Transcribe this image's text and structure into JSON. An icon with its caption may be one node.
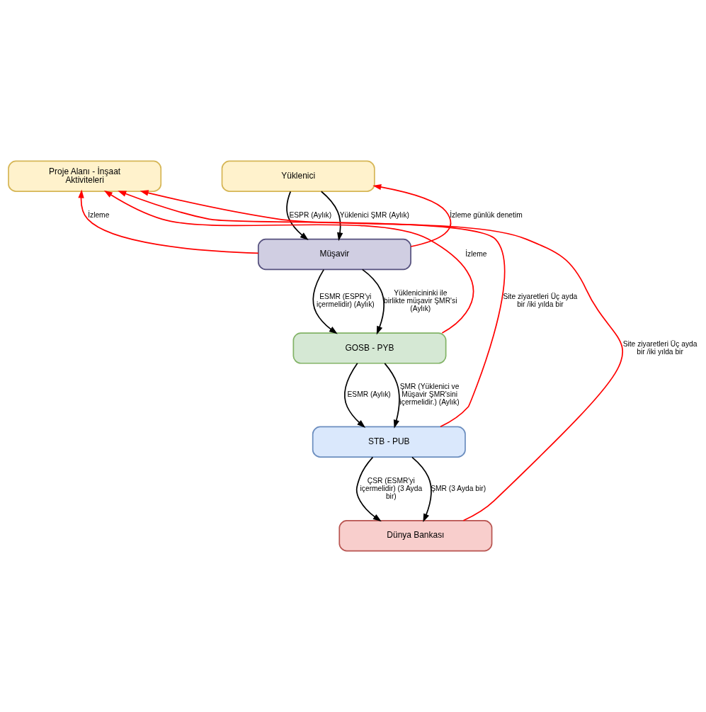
{
  "diagram": {
    "nodes": [
      {
        "text": [
          "Proje Alanı - İnşaat Aktiviteleri"
        ]
      },
      {
        "text": [
          "Yüklenici"
        ]
      },
      {
        "text": [
          "Müşavir"
        ]
      },
      {
        "text": [
          "GOSB - PYB"
        ]
      },
      {
        "text": [
          "STB - PUB"
        ]
      },
      {
        "text": [
          "Dünya Bankası"
        ]
      }
    ],
    "edges": [
      {
        "from": 1,
        "to": 2,
        "arrow": "to",
        "label": "ESPR (Aylık)"
      },
      {
        "from": 2,
        "to": 1,
        "arrow": "to",
        "label": "İzleme günlük denetim",
        "color": "#ff0000"
      },
      {
        "from": 1,
        "to": 2,
        "arrow": "to",
        "label": "Yüklenici ŞMR (Aylık)"
      },
      {
        "from": 2,
        "to": 0,
        "arrow": "to",
        "label": "İzleme",
        "color": "#ff0000"
      },
      {
        "from": 3,
        "to": 0,
        "arrow": "to",
        "label": "İzleme",
        "color": "#ff0000"
      },
      {
        "from": 2,
        "to": 3,
        "arrow": "to",
        "label": "ESMR (ESPR'yi içermelidir) (Aylık)"
      },
      {
        "from": 2,
        "to": 3,
        "arrow": "to",
        "label": "Yüklenicininki ile birlikte müşavir ŞMR'si (Aylık)"
      },
      {
        "from": 3,
        "to": 4,
        "arrow": "to",
        "label": "ESMR (Aylık)"
      },
      {
        "from": 3,
        "to": 4,
        "arrow": "to",
        "label": "ŞMR (Yüklenici ve Müşavir ŞMR'sini içermelidir.) (Aylık)"
      },
      {
        "from": 4,
        "to": 0,
        "arrow": "to",
        "label": "Site ziyaretleri Üç ayda bir /iki yılda bir",
        "color": "#ff0000"
      },
      {
        "from": 5,
        "to": 0,
        "arrow": "to",
        "label": "Site ziyaretleri Üç ayda bir /iki yılda bir",
        "color": "#ff0000"
      },
      {
        "from": 4,
        "to": 5,
        "arrow": "to",
        "label": "ÇSR (ESMR'yi içermelidir) (3 Ayda bir)"
      },
      {
        "from": 4,
        "to": 5,
        "arrow": "to",
        "label": "ŞMR (3 Ayda bir)"
      }
    ]
  }
}
